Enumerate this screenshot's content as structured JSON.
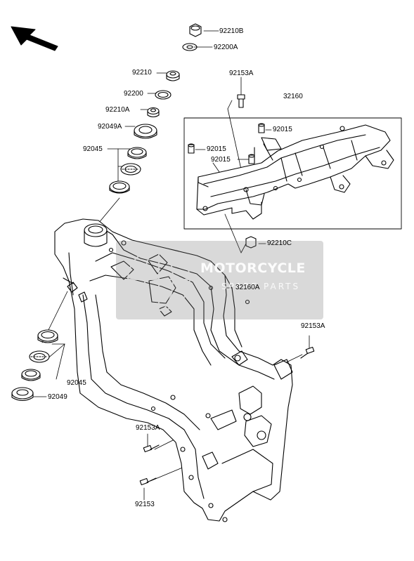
{
  "labels": {
    "p92210B": "92210B",
    "p92200A": "92200A",
    "p92210": "92210",
    "p92200": "92200",
    "p92210A": "92210A",
    "p92049A": "92049A",
    "p92045_top": "92045",
    "p92153A_top": "92153A",
    "p32160": "32160",
    "p92015_a": "92015",
    "p92015_b": "92015",
    "p92015_c": "92015",
    "p92210C": "92210C",
    "p32160A": "32160A",
    "p92153A_right": "92153A",
    "p92045_bottom": "92045",
    "p92049": "92049",
    "p92153A_left": "92153A",
    "p92153": "92153"
  },
  "watermark": {
    "title": "MOTORCYCLE",
    "subtitle": "SPARE PARTS"
  },
  "icons": [
    "direction-arrow-icon",
    "globe-logo-icon"
  ]
}
